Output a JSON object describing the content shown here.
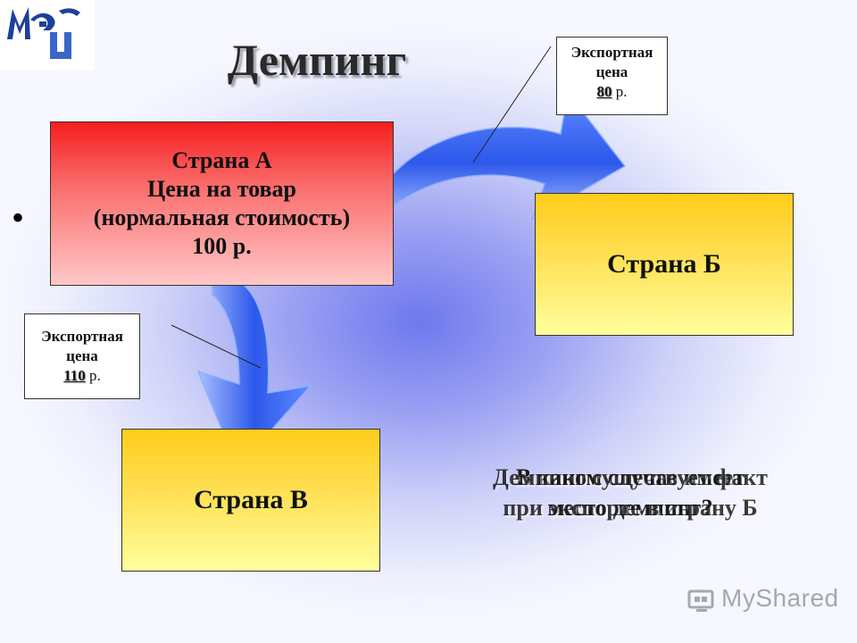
{
  "title": "Демпинг",
  "bullet": "•",
  "country_a": {
    "line1": "Страна А",
    "line2": "Цена на товар",
    "line3": "(нормальная стоимость)",
    "line4": "100 р."
  },
  "country_b": "Страна Б",
  "country_v": "Страна В",
  "callout_b": {
    "line1": "Экспортная",
    "line2": "цена",
    "price": "80",
    "unit": " р."
  },
  "callout_v": {
    "line1": "Экспортная",
    "line2": "цена",
    "price": "110",
    "unit": " р."
  },
  "overlay_text": {
    "a_line1": "В каком случае имеет",
    "a_line2": "место демпинг?",
    "b_line1": "Демпинг существует факт",
    "b_line2": "при экспорте в страну Б"
  },
  "watermark": "MyShared",
  "colors": {
    "box_a_top": "#f51e1e",
    "box_a_bottom": "#ffc8c8",
    "box_yellow_top": "#ffcc1a",
    "box_yellow_bottom": "#ffff9c",
    "arrow": "#3d6cf0",
    "logo_blue": "#1f3f9a"
  },
  "icons": [
    "logo-emblem",
    "curved-arrow-right",
    "curved-arrow-down",
    "myshared-icon"
  ]
}
